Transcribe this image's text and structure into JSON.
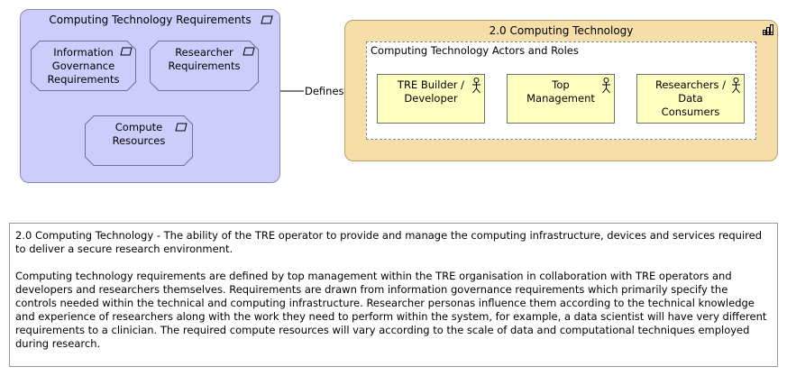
{
  "requirements_group": {
    "title": "Computing Technology Requirements",
    "items": [
      {
        "label": "Information\nGovernance\nRequirements"
      },
      {
        "label": "Researcher\nRequirements"
      },
      {
        "label": "Compute\nResources"
      }
    ]
  },
  "relation": {
    "label": "Defines"
  },
  "technology_node": {
    "title": "2.0 Computing Technology",
    "actors_group": {
      "title": "Computing Technology Actors and Roles",
      "actors": [
        {
          "label": "TRE Builder /\nDeveloper"
        },
        {
          "label": "Top\nManagement"
        },
        {
          "label": "Researchers /\nData\nConsumers"
        }
      ]
    }
  },
  "note": {
    "paragraph1": "2.0 Computing Technology - The ability of the TRE operator to provide and manage the computing infrastructure, devices and services required to deliver a secure research environment.",
    "paragraph2": "Computing technology requirements are defined by top management within the TRE organisation in collaboration with TRE operators and developers and researchers themselves. Requirements are drawn from information governance requirements which primarily specify the controls needed within the technical and computing infrastructure. Researcher personas influence them according to the technical knowledge and experience of researchers along with the work they need to perform within the system, for example, a data scientist will have very different requirements to a clinician. The required compute resources will vary according to the scale of data and computational techniques employed during research."
  }
}
